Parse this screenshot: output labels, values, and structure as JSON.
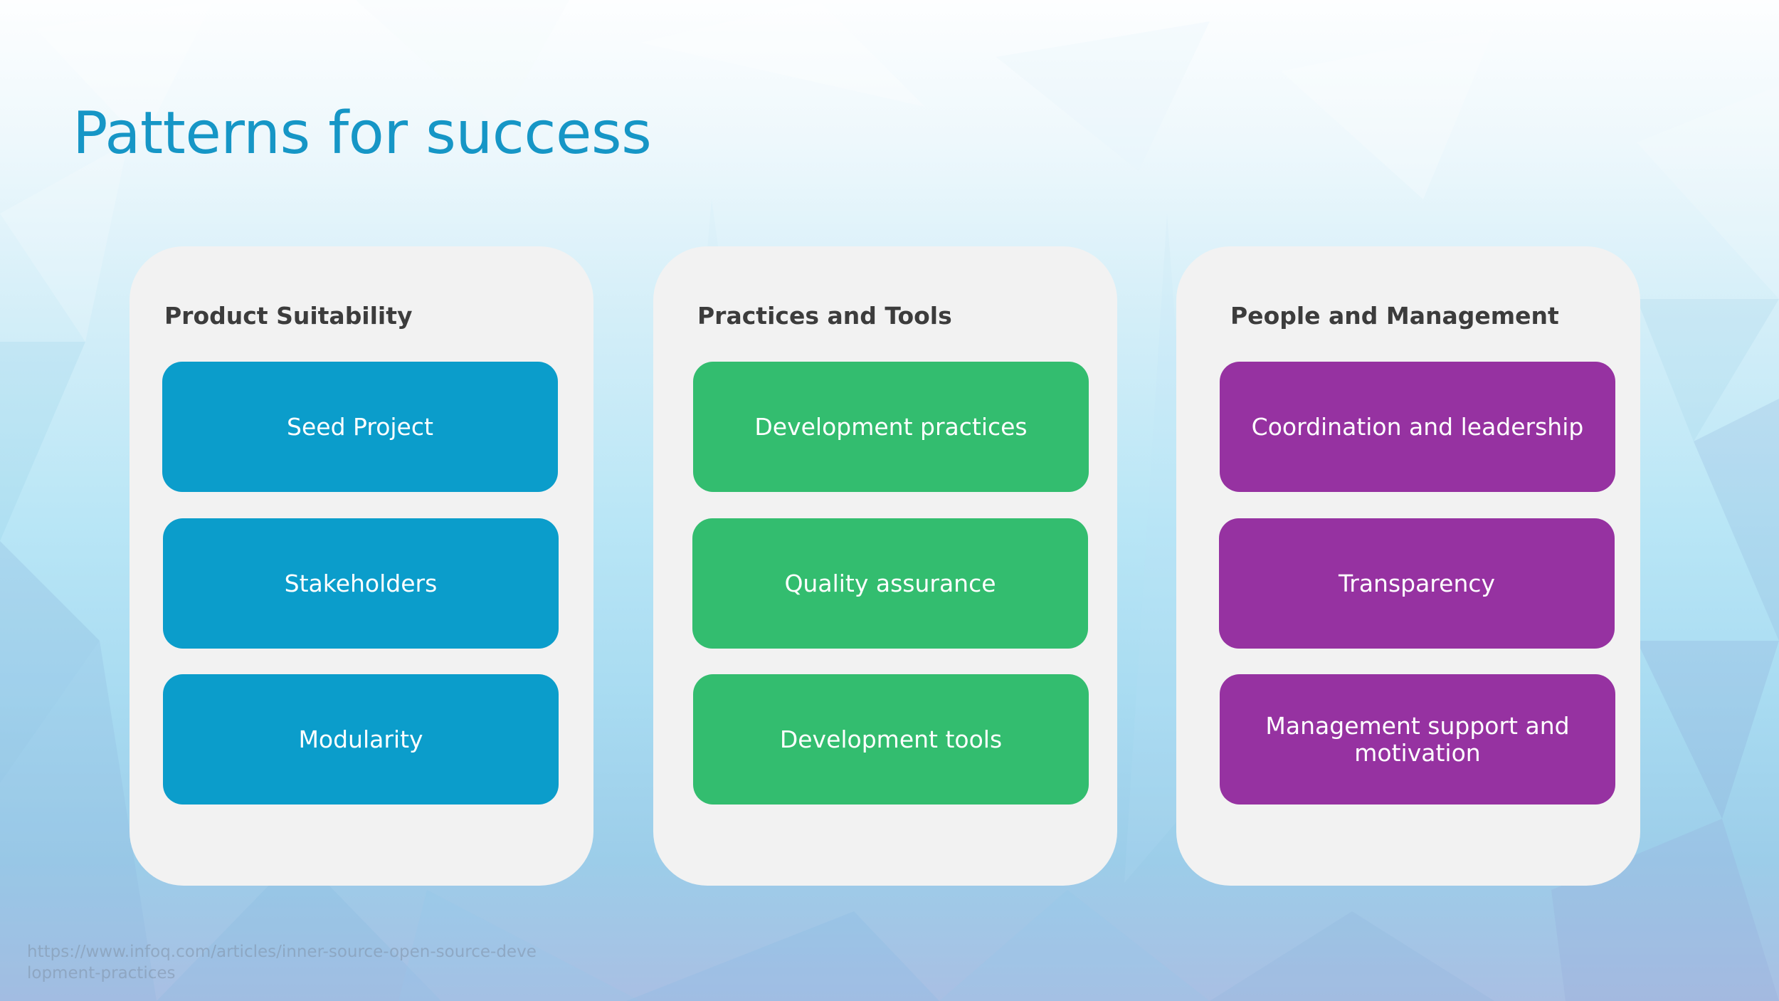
{
  "slide": {
    "title": "Patterns for success"
  },
  "columns": [
    {
      "heading": "Product Suitability",
      "color": "#0b9dcb",
      "items": [
        "Seed Project",
        "Stakeholders",
        "Modularity"
      ]
    },
    {
      "heading": "Practices and Tools",
      "color": "#33bd6f",
      "items": [
        "Development practices",
        "Quality assurance",
        "Development tools"
      ]
    },
    {
      "heading": "People and Management",
      "color": "#9632a1",
      "items": [
        "Coordination and leadership",
        "Transparency",
        "Management support and motivation"
      ]
    }
  ],
  "footer": {
    "source": "https://www.infoq.com/articles/inner-source-open-source-development-practices"
  },
  "colors": {
    "title": "#1696c6",
    "card_background": "#f2f2f2",
    "heading_text": "#3c3c3c"
  }
}
